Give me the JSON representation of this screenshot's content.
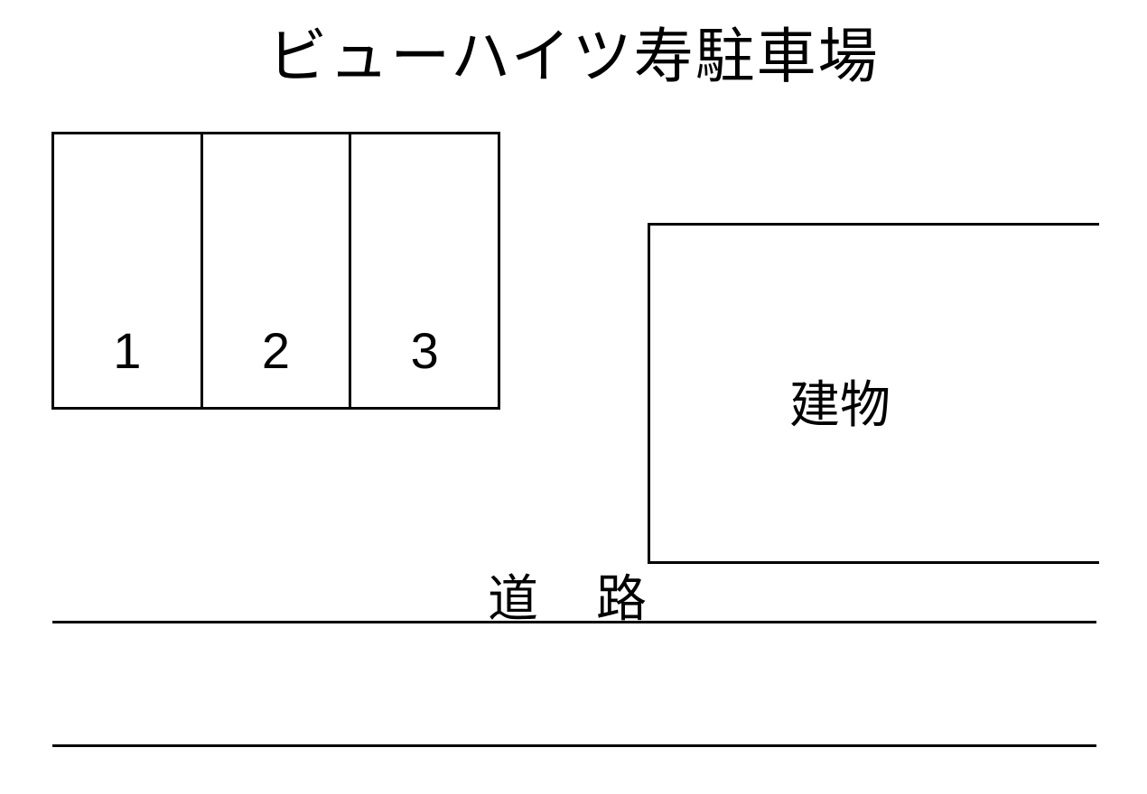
{
  "title": "ビューハイツ寿駐車場",
  "parking_spaces": [
    {
      "number": "1"
    },
    {
      "number": "2"
    },
    {
      "number": "3"
    }
  ],
  "building": {
    "label": "建物"
  },
  "road": {
    "label": "道　路"
  }
}
